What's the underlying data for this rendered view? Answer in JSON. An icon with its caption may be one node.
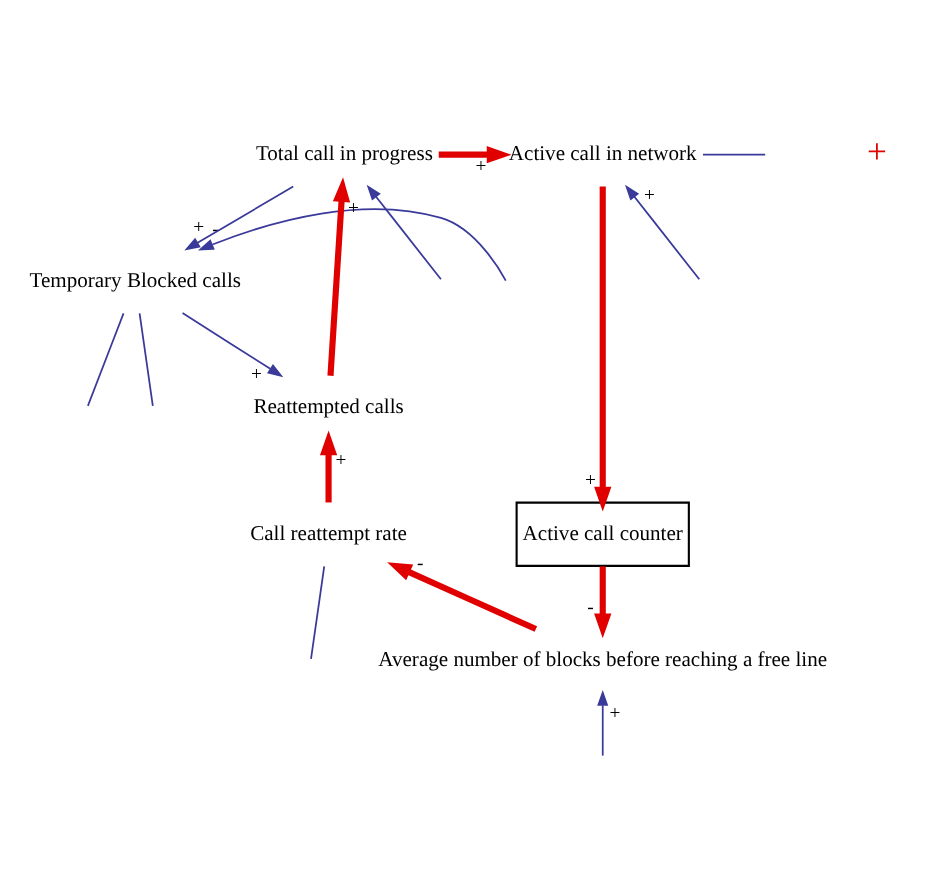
{
  "diagram": {
    "nodes": [
      {
        "text": [
          "Temporary Blocked calls"
        ]
      },
      {
        "text": [
          "Total call in progress"
        ]
      },
      {
        "text": [
          "Active call in network"
        ]
      },
      {
        "text": [
          "Reattempted calls"
        ]
      },
      {
        "text": [
          "Call reattempt rate"
        ]
      },
      {
        "text": [
          "Active call counter"
        ]
      },
      {
        "text": [
          "Average number of blocks before reaching a free line"
        ]
      }
    ],
    "edges": [
      {
        "from": null,
        "to": 1,
        "arrow": "to"
      },
      {
        "from": 1,
        "to": 0,
        "arrow": "to",
        "label": "+"
      },
      {
        "from": 1,
        "to": 2,
        "arrow": "to",
        "label": "+",
        "style": "thick",
        "color": "#e00000"
      },
      {
        "from": null,
        "to": 2,
        "arrow": "to",
        "label": "+"
      },
      {
        "from": 2,
        "to": null,
        "arrow": "none"
      },
      {
        "from": null,
        "to": 0,
        "arrow": "to",
        "label": "-"
      },
      {
        "from": 0,
        "to": null,
        "arrow": "none"
      },
      {
        "from": 0,
        "to": null,
        "arrow": "none"
      },
      {
        "from": 0,
        "to": 3,
        "arrow": "to",
        "label": "+"
      },
      {
        "from": 3,
        "to": 1,
        "arrow": "to",
        "label": "+",
        "style": "thick",
        "color": "#e00000"
      },
      {
        "from": 4,
        "to": 3,
        "arrow": "to",
        "label": "+",
        "style": "thick",
        "color": "#e00000"
      },
      {
        "from": 4,
        "to": null,
        "arrow": "none"
      },
      {
        "from": 2,
        "to": 5,
        "arrow": "to",
        "label": "+",
        "style": "thick",
        "color": "#e00000"
      },
      {
        "from": 5,
        "to": 6,
        "arrow": "to",
        "label": "-",
        "style": "thick",
        "color": "#e00000"
      },
      {
        "from": 6,
        "to": 4,
        "arrow": "to",
        "label": "-",
        "style": "thick",
        "color": "#e00000"
      },
      {
        "from": null,
        "to": 6,
        "arrow": "to",
        "label": "+"
      }
    ],
    "labels": [
      "+"
    ]
  }
}
